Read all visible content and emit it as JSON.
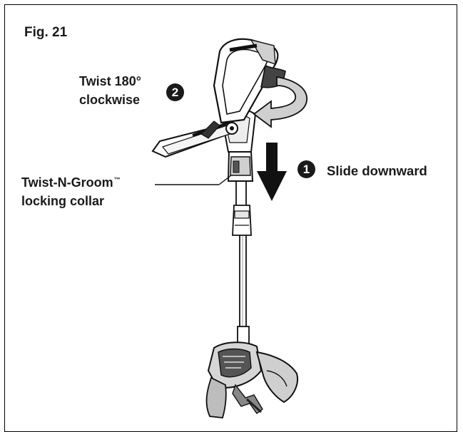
{
  "figure": {
    "label": "Fig. 21"
  },
  "steps": [
    {
      "number": "2",
      "line1": "Twist 180°",
      "line2": "clockwise"
    },
    {
      "number": "1",
      "text": "Slide downward"
    }
  ],
  "callout": {
    "line1": "Twist-N-Groom",
    "trademark": "™",
    "line2": "locking collar"
  },
  "colors": {
    "ink": "#1a1a1a",
    "frame": "#000000",
    "arrow_gray": "#cfcfcf",
    "tool_gray": "#d9d9d9"
  }
}
